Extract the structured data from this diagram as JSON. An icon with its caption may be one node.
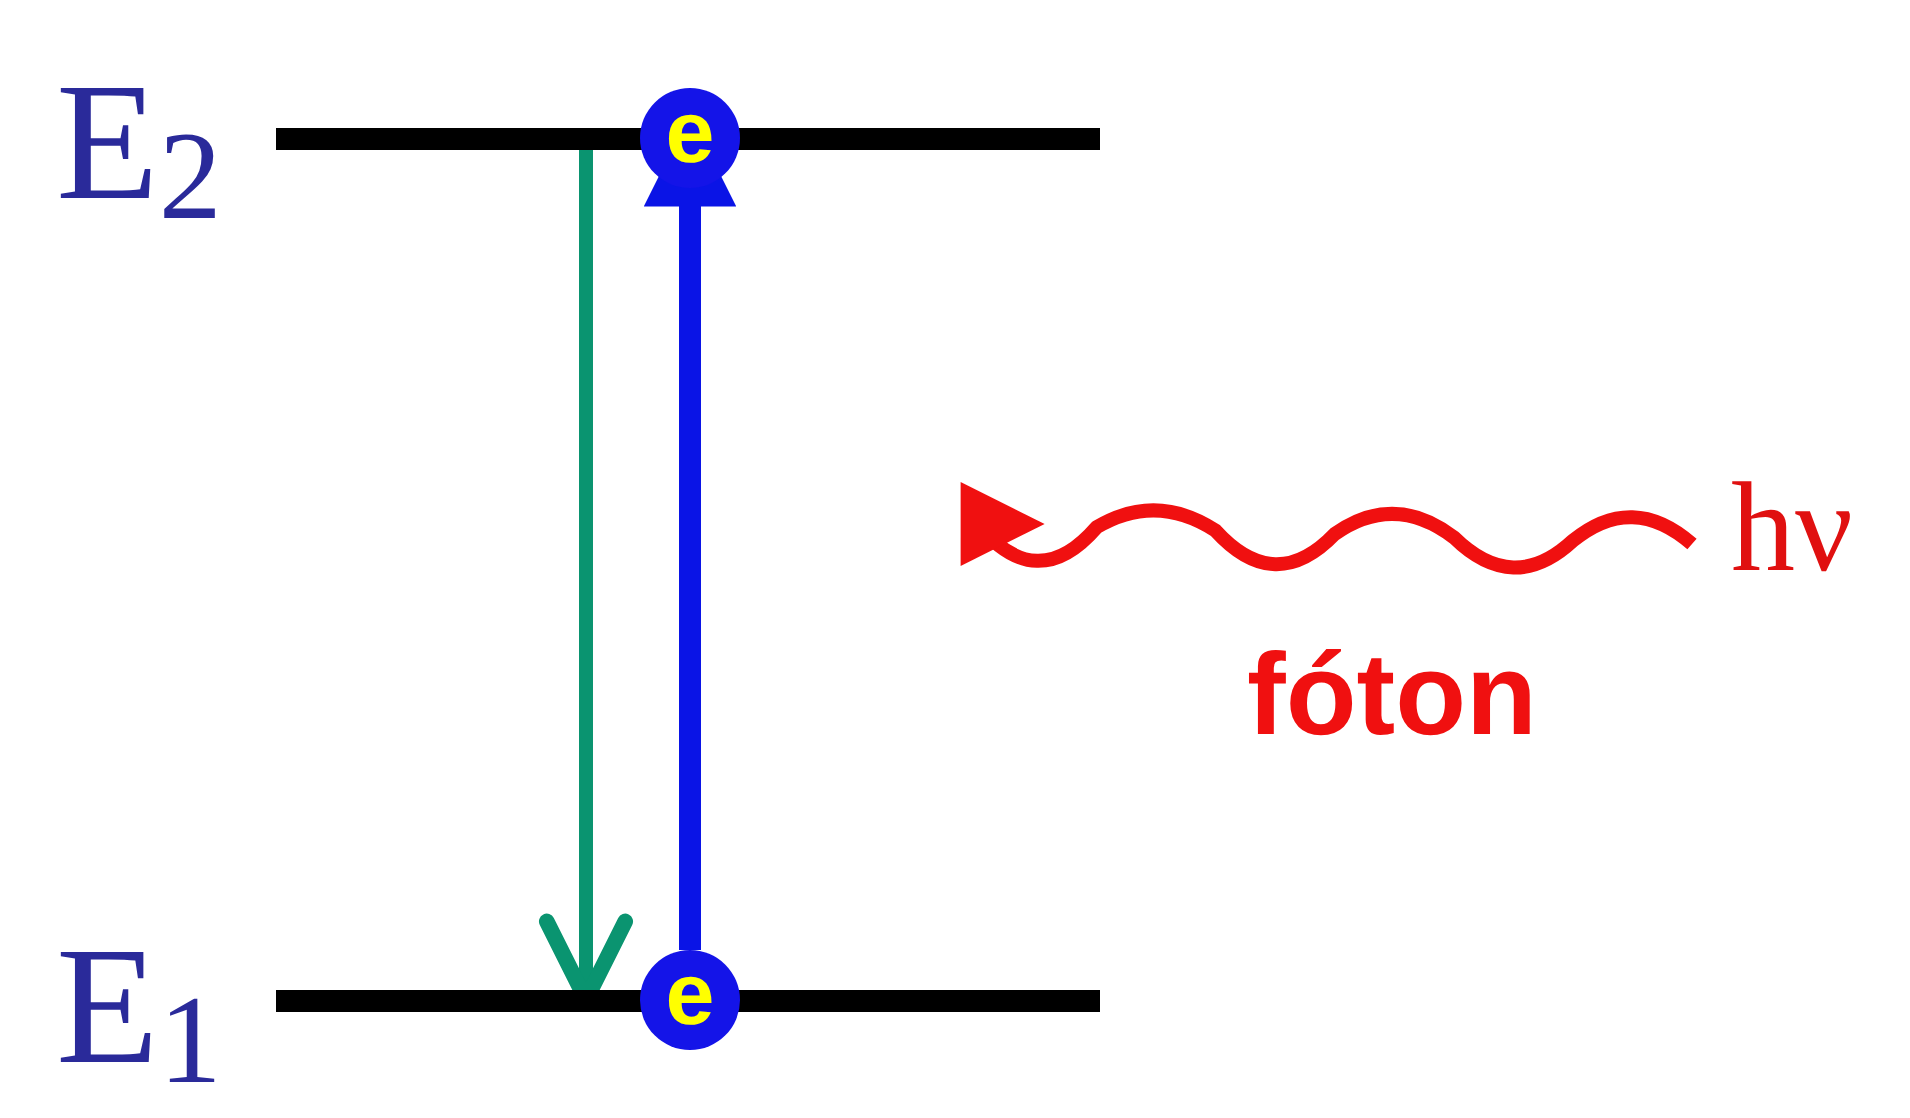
{
  "diagram": {
    "nodes": [
      {
        "text": [],
        "shape": "bar",
        "beside": [
          "E$_{2}$"
        ]
      },
      {
        "text": [
          "e"
        ]
      },
      {
        "text": [],
        "shape": "bar",
        "beside": [
          "E$_{1}$"
        ]
      },
      {
        "text": [
          "e"
        ]
      },
      {
        "text": [
          "hν"
        ]
      }
    ],
    "edges": [
      {
        "from": 3,
        "to": 1,
        "arrow": "to",
        "color": "#0a14e6"
      },
      {
        "from": 0,
        "to": 2,
        "arrow": "to",
        "color": "#0a9470"
      },
      {
        "from": 4,
        "to": null,
        "arrow": "to",
        "label": "fóton",
        "color": "#f01010"
      }
    ]
  }
}
